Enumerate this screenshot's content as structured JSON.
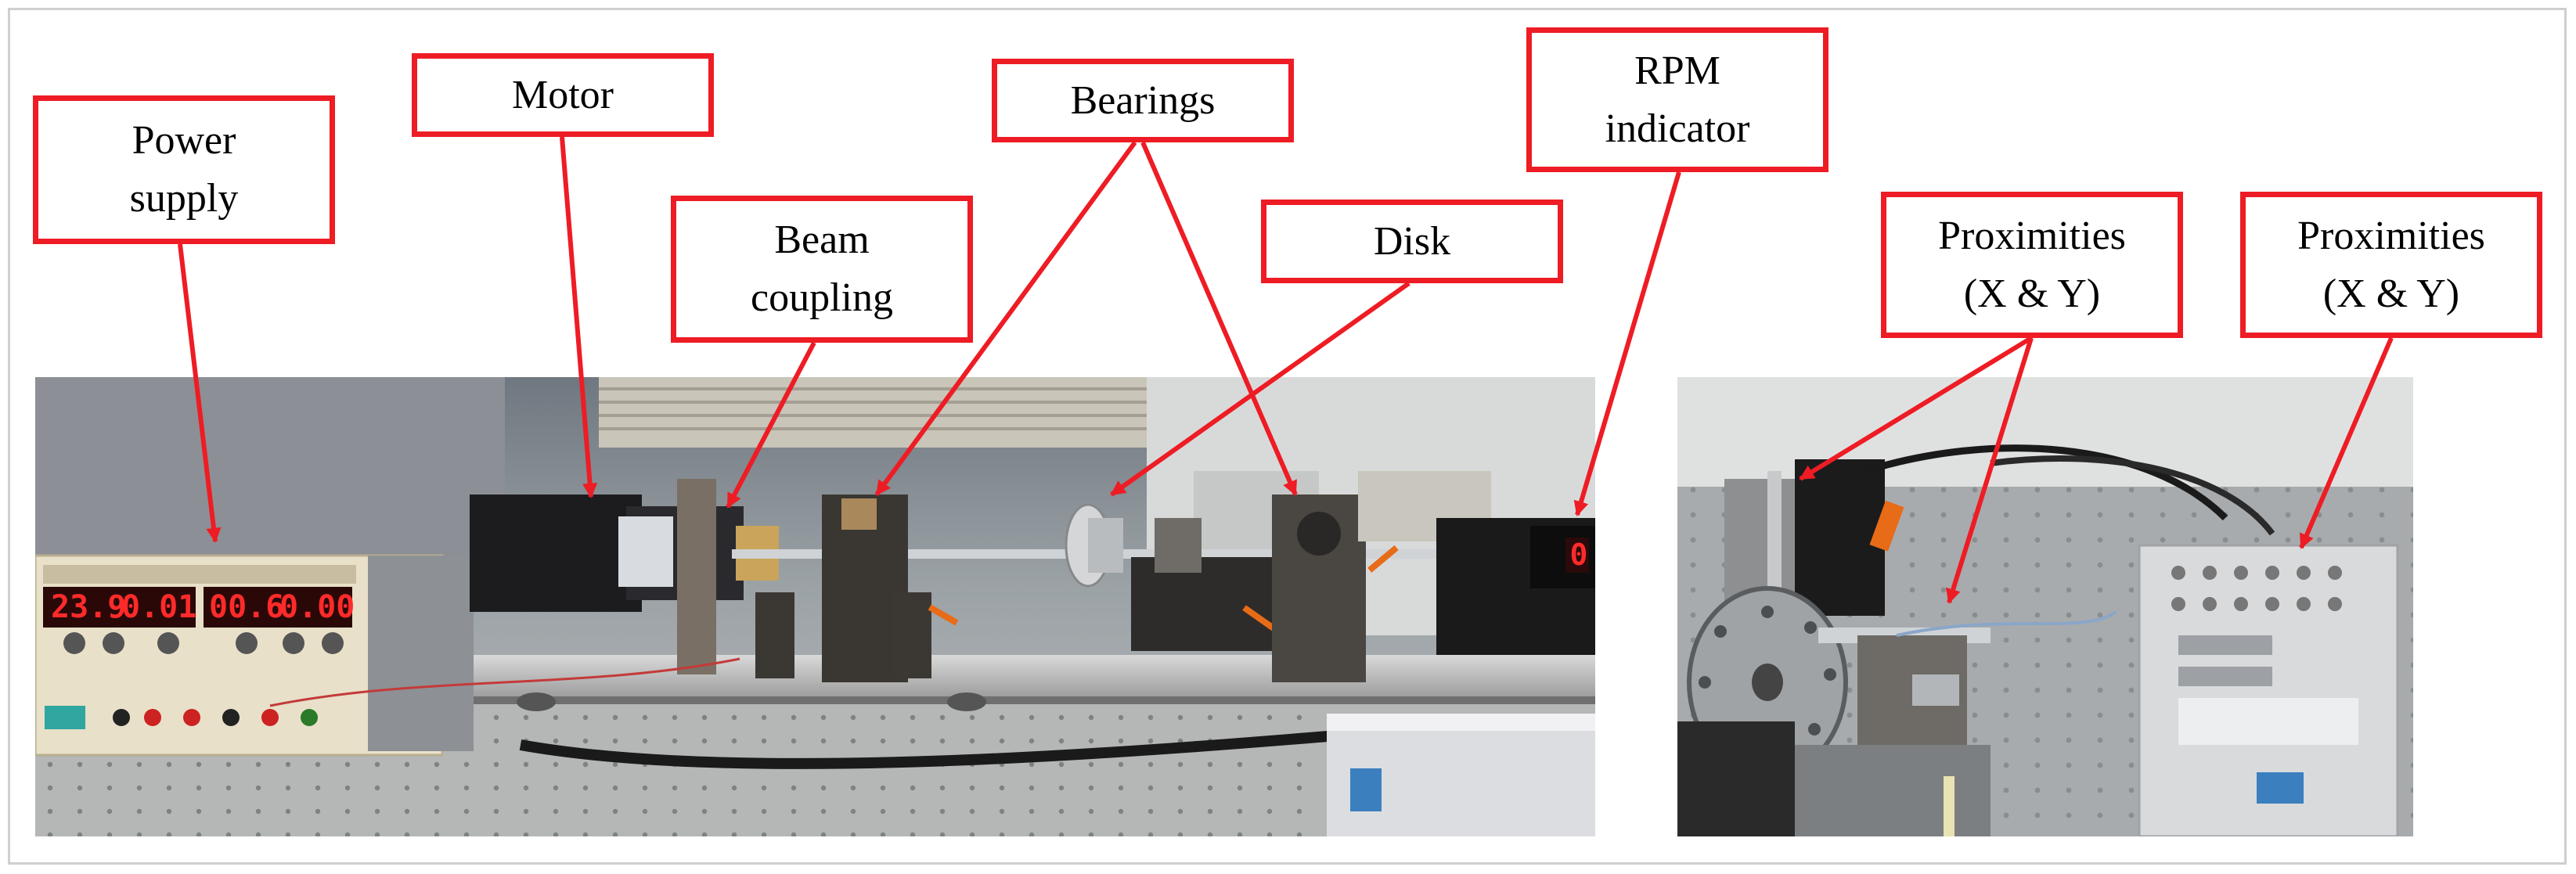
{
  "callouts": {
    "power_supply": "Power\nsupply",
    "motor": "Motor",
    "beam_coupling": "Beam\ncoupling",
    "bearings": "Bearings",
    "disk": "Disk",
    "rpm_indicator": "RPM\nindicator",
    "proximities_left": "Proximities\n(X & Y)",
    "proximities_right": "Proximities\n(X & Y)"
  },
  "instrument_readouts": {
    "voltage_a": "23.9",
    "current_a": "0.01",
    "voltage_b": "00.6",
    "current_b": "0.00",
    "rpm": "0"
  },
  "colors": {
    "callout_red": "#ee1c24",
    "led_red": "#ff2a2a"
  }
}
